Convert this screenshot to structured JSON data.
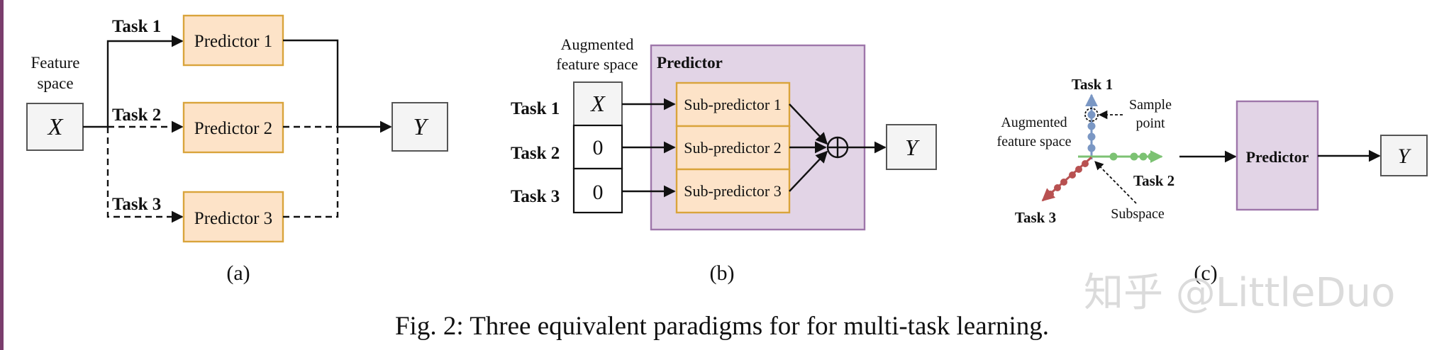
{
  "panel_a": {
    "feature_label_1": "Feature",
    "feature_label_2": "space",
    "input": "X",
    "output": "Y",
    "tasks": [
      "Task 1",
      "Task 2",
      "Task 3"
    ],
    "predictors": [
      "Predictor 1",
      "Predictor 2",
      "Predictor 3"
    ],
    "caption": "(a)"
  },
  "panel_b": {
    "aug_label_1": "Augmented",
    "aug_label_2": "feature space",
    "predictor_title": "Predictor",
    "tasks": [
      "Task 1",
      "Task 2",
      "Task 3"
    ],
    "inputs": [
      "X",
      "0",
      "0"
    ],
    "subpredictors": [
      "Sub-predictor 1",
      "Sub-predictor 2",
      "Sub-predictor 3"
    ],
    "output": "Y",
    "caption": "(b)"
  },
  "panel_c": {
    "task1": "Task 1",
    "task2": "Task 2",
    "task3": "Task 3",
    "sample_1": "Sample",
    "sample_2": "point",
    "aug_label_1": "Augmented",
    "aug_label_2": "feature space",
    "subspace": "Subspace",
    "predictor": "Predictor",
    "output": "Y",
    "caption": "(c)"
  },
  "figure_caption": "Fig. 2: Three equivalent paradigms for for multi-task learning.",
  "watermark": "知乎 @LittleDuo",
  "colors": {
    "predictor_fill": "#fde3c8",
    "predictor_border": "#d9a43b",
    "predictor_panel_fill": "#e2d4e6",
    "predictor_panel_border": "#9e76aa",
    "box_fill": "#f4f4f4",
    "task1_axis": "#7a97c4",
    "task2_axis": "#7cc273",
    "task3_axis": "#b85151",
    "left_border": "#7a3d6c"
  }
}
